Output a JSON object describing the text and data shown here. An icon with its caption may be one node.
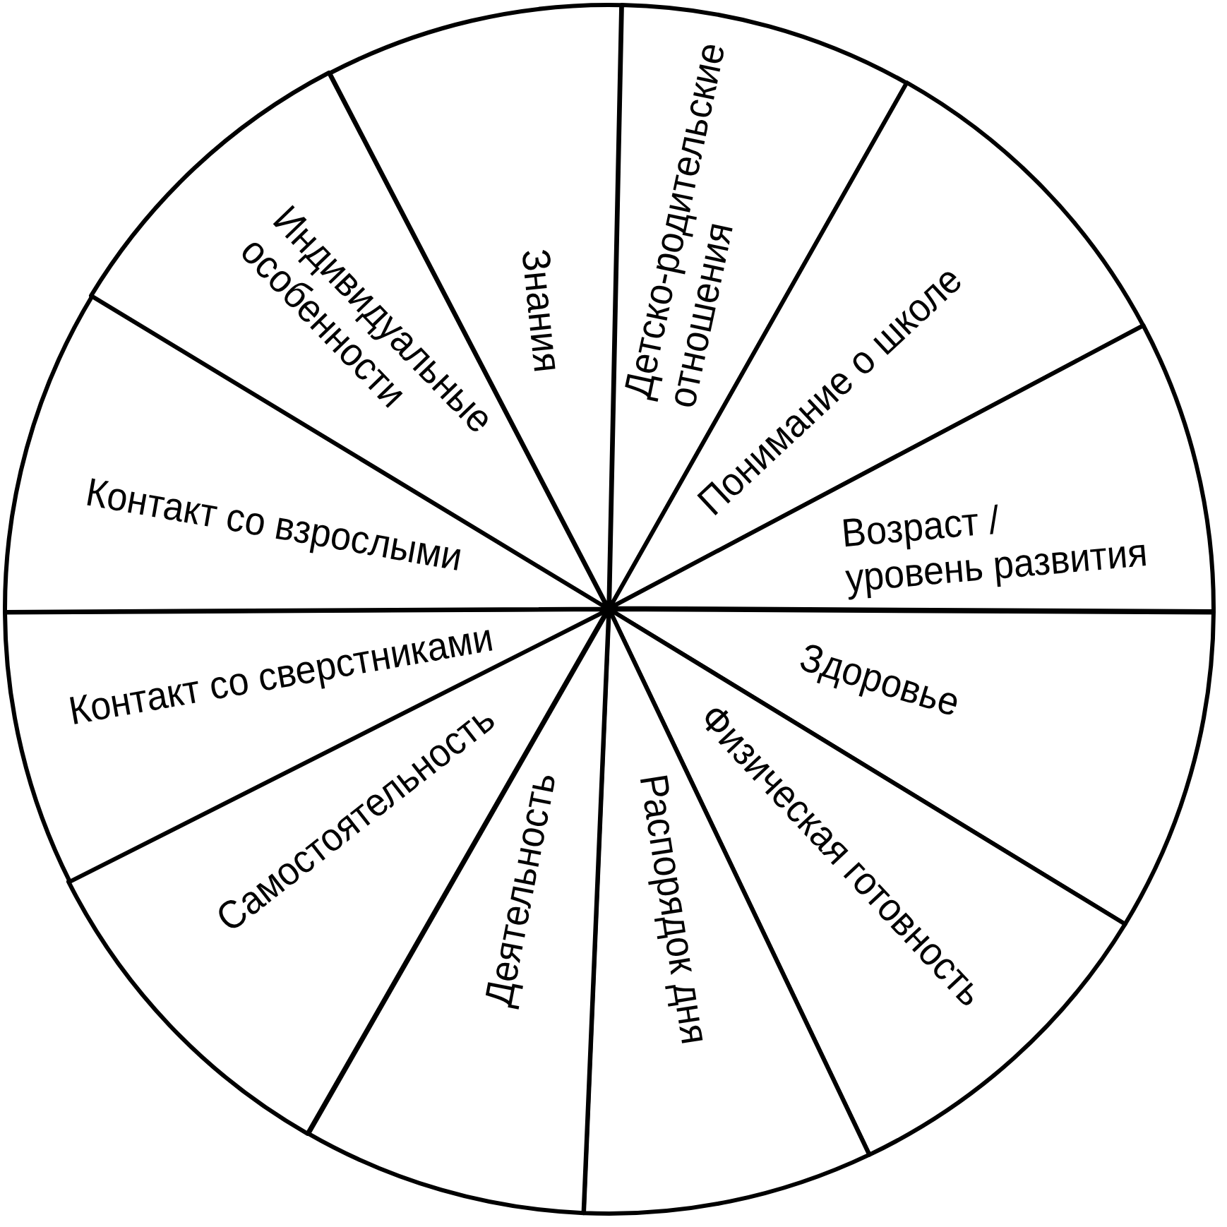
{
  "diagram": {
    "nodes": [
      {
        "text": [
          "Детско-родительские отношения"
        ]
      },
      {
        "text": [
          "Понимание о школе"
        ]
      },
      {
        "text": [
          "Возраст / уровень развития"
        ]
      },
      {
        "text": [
          "Здоровье"
        ]
      },
      {
        "text": [
          "Физическая готовность"
        ]
      },
      {
        "text": [
          "Распорядок дня"
        ]
      },
      {
        "text": [
          "Деятельность"
        ]
      },
      {
        "text": [
          "Самостоятельность"
        ]
      },
      {
        "text": [
          "Контакт со сверстниками"
        ]
      },
      {
        "text": [
          "Контакт со взрослыми"
        ]
      },
      {
        "text": [
          "Индивидуальные особенности"
        ]
      },
      {
        "text": [
          "Знания"
        ]
      }
    ]
  }
}
